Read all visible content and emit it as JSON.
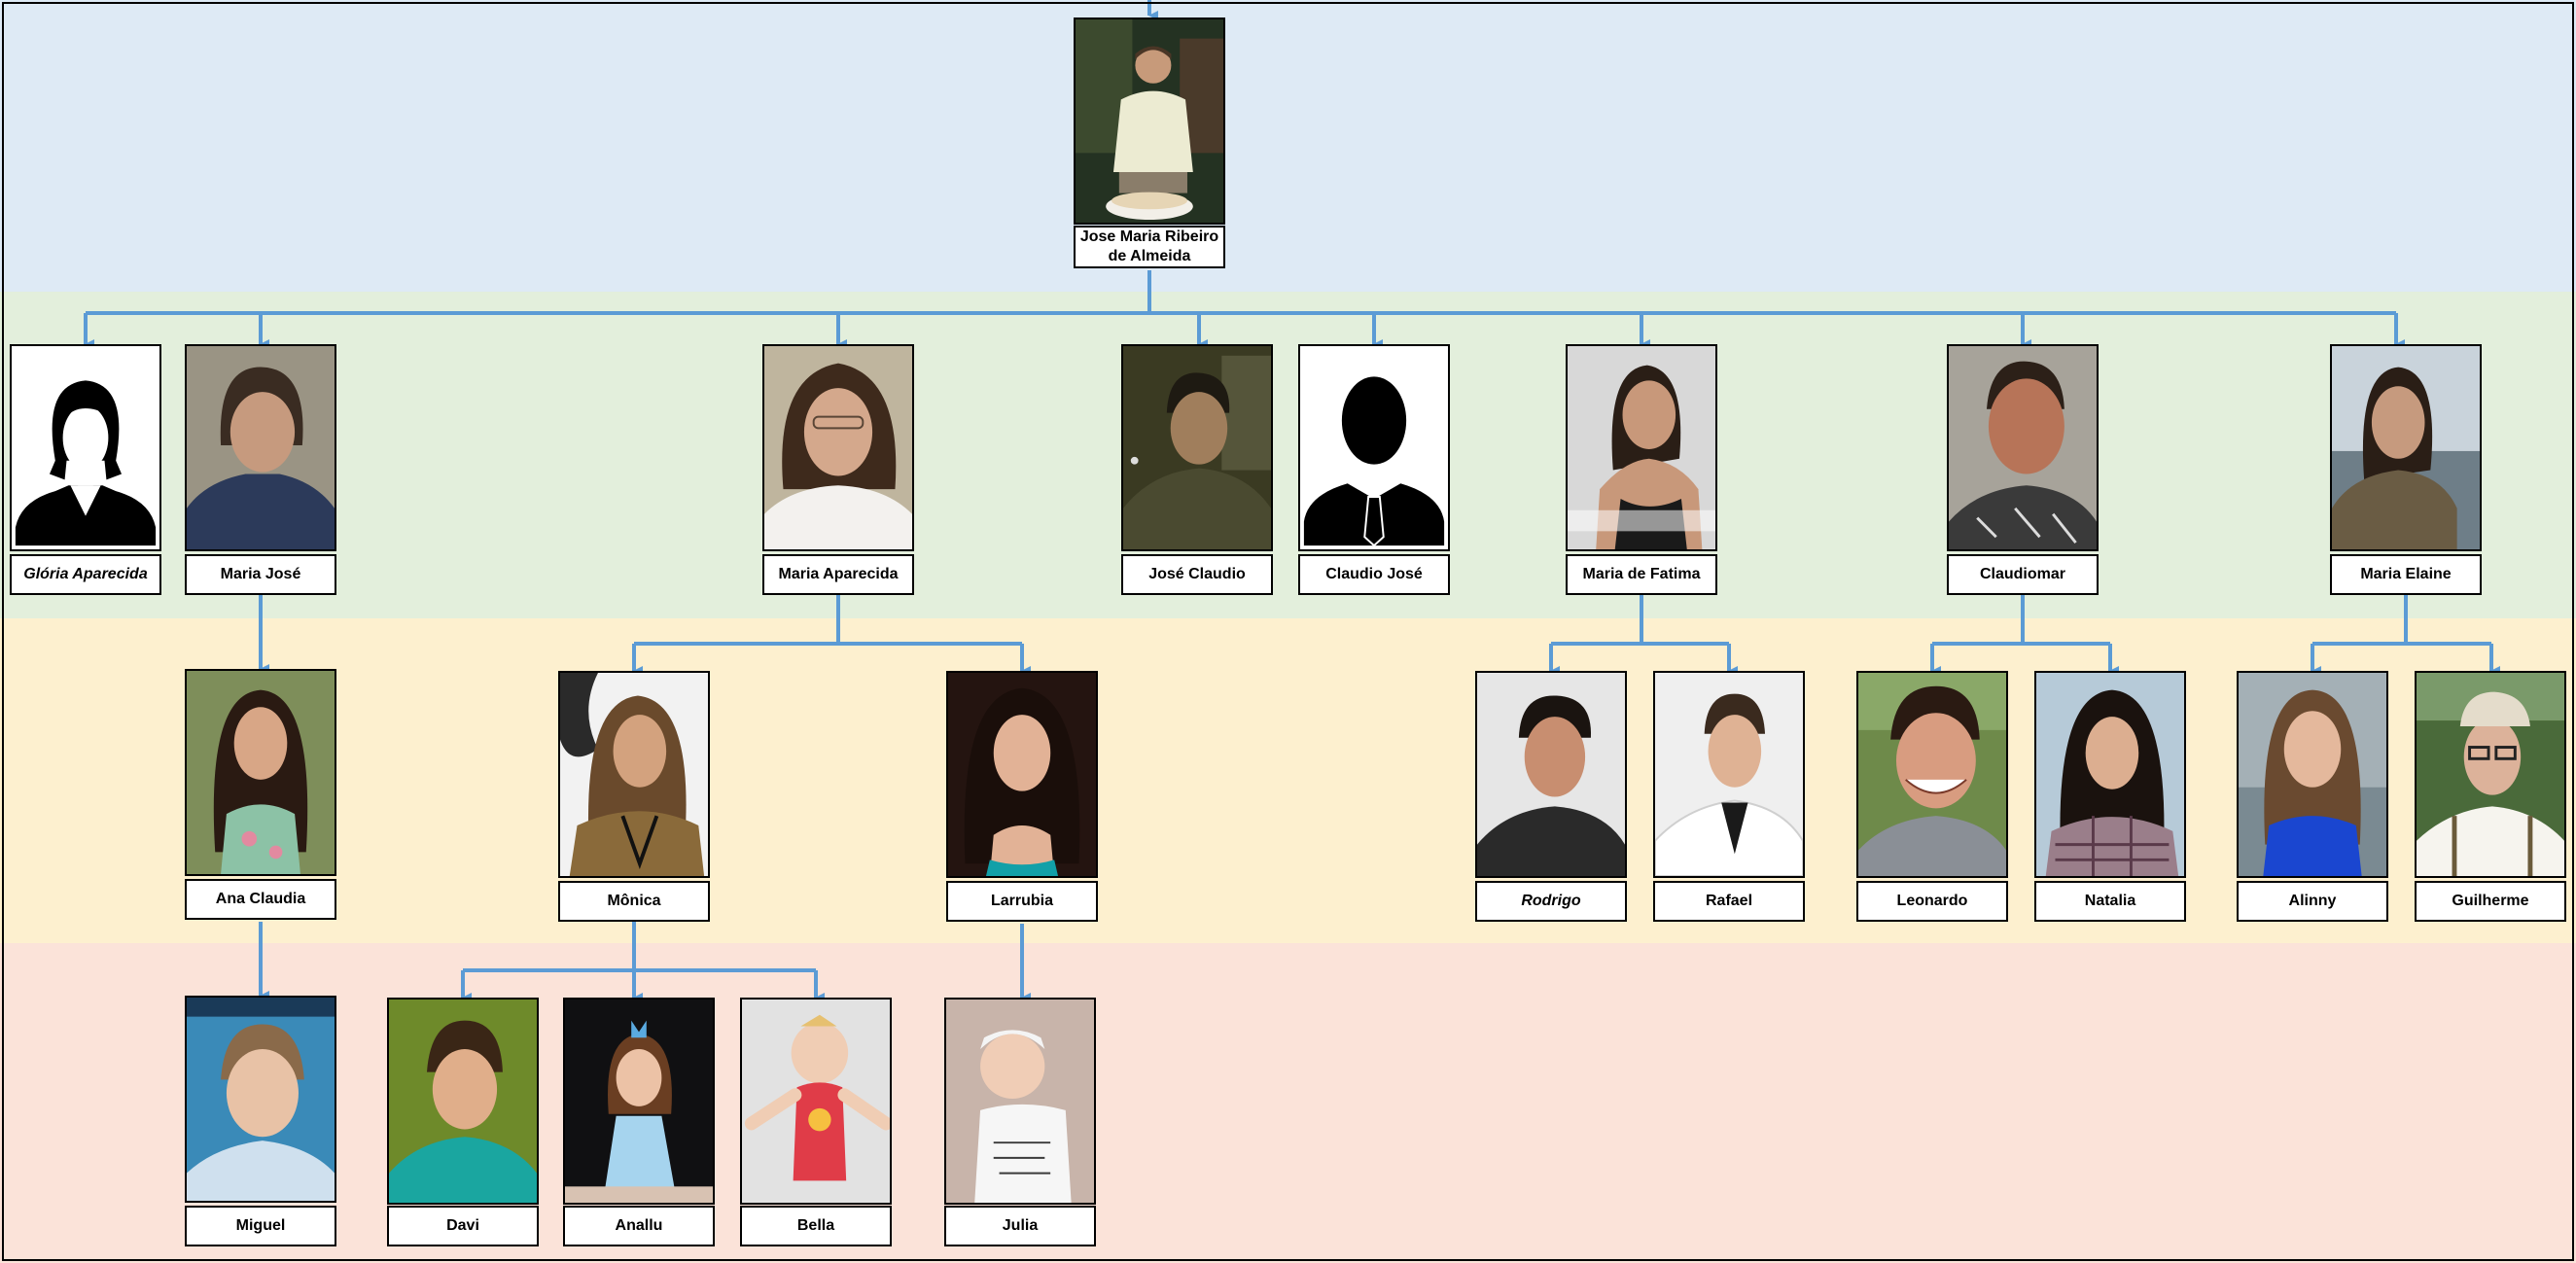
{
  "generation_0": [
    {
      "name": "Jose Maria Ribeiro de Almeida",
      "photo": "person-photo"
    }
  ],
  "generation_1": [
    {
      "name": "Glória Aparecida",
      "photo": "female-silhouette-icon",
      "italic": true
    },
    {
      "name": "Maria José",
      "photo": "person-photo"
    },
    {
      "name": "Maria Aparecida",
      "photo": "person-photo"
    },
    {
      "name": "José Claudio",
      "photo": "person-photo"
    },
    {
      "name": "Claudio José",
      "photo": "male-silhouette-icon"
    },
    {
      "name": "Maria de Fatima",
      "photo": "person-photo"
    },
    {
      "name": "Claudiomar",
      "photo": "person-photo"
    },
    {
      "name": "Maria Elaine",
      "photo": "person-photo"
    }
  ],
  "generation_2": [
    {
      "name": "Ana Claudia",
      "parent": "Maria José"
    },
    {
      "name": "Mônica",
      "parent": "Maria Aparecida"
    },
    {
      "name": "Larrubia",
      "parent": "Maria Aparecida"
    },
    {
      "name": "Rodrigo",
      "parent": "Maria de Fatima",
      "italic": true
    },
    {
      "name": "Rafael",
      "parent": "Maria de Fatima"
    },
    {
      "name": "Leonardo",
      "parent": "Claudiomar"
    },
    {
      "name": "Natalia",
      "parent": "Claudiomar"
    },
    {
      "name": "Alinny",
      "parent": "Maria Elaine"
    },
    {
      "name": "Guilherme",
      "parent": "Maria Elaine"
    }
  ],
  "generation_3": [
    {
      "name": "Miguel",
      "parent": "Ana Claudia"
    },
    {
      "name": "Davi",
      "parent": "Mônica"
    },
    {
      "name": "Anallu",
      "parent": "Mônica"
    },
    {
      "name": "Bella",
      "parent": "Mônica"
    },
    {
      "name": "Julia",
      "parent": "Larrubia"
    }
  ],
  "colors": {
    "connector": "#5b9bd5",
    "band_generation_0": "#deeaf5",
    "band_generation_1": "#e3efdc",
    "band_generation_2": "#fdf0cf",
    "band_generation_3": "#fbe3d9"
  }
}
